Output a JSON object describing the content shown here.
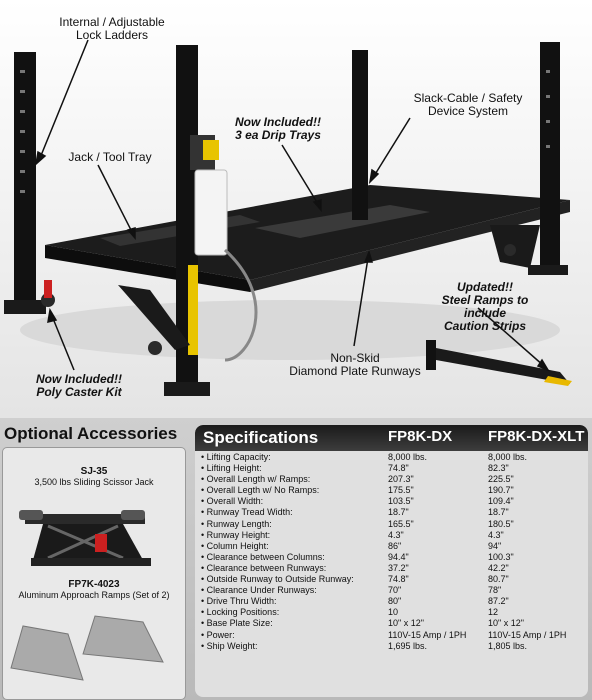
{
  "callouts": {
    "lock_ladders": "Internal / Adjustable\nLock Ladders",
    "slack_cable": "Slack-Cable / Safety\nDevice System",
    "drip_trays_1": "Now Included!!",
    "drip_trays_2": "3 ea Drip Trays",
    "jack_tray": "Jack / Tool Tray",
    "ramps_1": "Updated!!",
    "ramps_2": "Steel Ramps to include",
    "ramps_3": "Caution Strips",
    "runways_1": "Non-Skid",
    "runways_2": "Diamond Plate Runways",
    "caster_1": "Now Included!!",
    "caster_2": "Poly Caster Kit"
  },
  "accessories": {
    "title": "Optional Accessories",
    "items": [
      {
        "code": "SJ-35",
        "desc": "3,500 lbs Sliding Scissor Jack"
      },
      {
        "code": "FP7K-4023",
        "desc": "Aluminum Approach Ramps (Set of 2)"
      }
    ]
  },
  "specs": {
    "title": "Specifications",
    "model_1": "FP8K-DX",
    "model_2": "FP8K-DX-XLT",
    "rows": [
      {
        "name": "• Lifting Capacity:",
        "v1": "8,000 lbs.",
        "v2": "8,000 lbs."
      },
      {
        "name": "• Lifting Height:",
        "v1": "74.8\"",
        "v2": "82.3\""
      },
      {
        "name": "• Overall Length w/ Ramps:",
        "v1": "207.3\"",
        "v2": "225.5\""
      },
      {
        "name": "• Overall Legth w/ No Ramps:",
        "v1": "175.5\"",
        "v2": "190.7\""
      },
      {
        "name": "• Overall Width:",
        "v1": "103.5\"",
        "v2": "109.4\""
      },
      {
        "name": "• Runway Tread Width:",
        "v1": "18.7\"",
        "v2": "18.7\""
      },
      {
        "name": "• Runway Length:",
        "v1": "165.5\"",
        "v2": "180.5\""
      },
      {
        "name": "• Runway Height:",
        "v1": "4.3\"",
        "v2": "4.3\""
      },
      {
        "name": "• Column Height:",
        "v1": "86\"",
        "v2": "94\""
      },
      {
        "name": "• Clearance between Columns:",
        "v1": "94.4\"",
        "v2": "100.3\""
      },
      {
        "name": "• Clearance between Runways:",
        "v1": "37.2\"",
        "v2": "42.2\""
      },
      {
        "name": "• Outside Runway to Outside Runway:",
        "v1": "74.8\"",
        "v2": "80.7\""
      },
      {
        "name": "• Clearance Under Runways:",
        "v1": "70\"",
        "v2": "78\""
      },
      {
        "name": "• Drive Thru Width:",
        "v1": "80\"",
        "v2": "87.2\""
      },
      {
        "name": "• Locking Positions:",
        "v1": "10",
        "v2": "12"
      },
      {
        "name": "• Base Plate Size:",
        "v1": "10\" x 12\"",
        "v2": "10\" x 12\""
      },
      {
        "name": "• Power:",
        "v1": "110V-15 Amp / 1PH",
        "v2": "110V-15 Amp / 1PH"
      },
      {
        "name": "• Ship Weight:",
        "v1": "1,695 lbs.",
        "v2": "1,805 lbs."
      }
    ]
  }
}
